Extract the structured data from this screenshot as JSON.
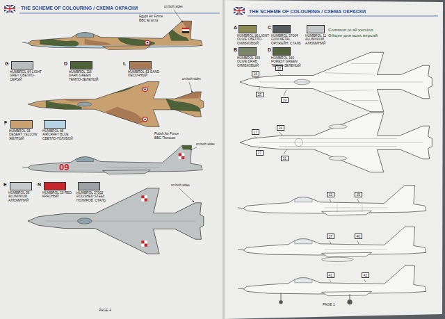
{
  "diagram": {
    "nodes": [
      {
        "text": [
          "THE SCHEME OF COLOURING / СХЕМА ОКРАСКИ",
          "PAGE 4"
        ]
      },
      {
        "text": [
          "THE SCHEME OF COLOURING / СХЕМА ОКРАСКИ",
          "PAGE 1"
        ]
      }
    ],
    "labels": [
      "Egypt Air Force",
      "ВВС Египта",
      "on both sides",
      "on both sides",
      "Polish Air Force",
      "ВВС Польши",
      "on both sides",
      "on both sides",
      "09",
      "G",
      "D",
      "L",
      "F",
      "E",
      "N",
      "A",
      "C",
      "B",
      "D",
      "Common to all version",
      "Общее для всех версий",
      "16",
      "18",
      "25",
      "19",
      "17",
      "24",
      "27",
      "31",
      "33",
      "35",
      "37",
      "40",
      "41",
      "42"
    ],
    "legend": [
      {
        "text": "HUMBROL 64 LIGHT GREY СВЕТЛО-СЕРЫЙ",
        "color": "#b9bdbd"
      },
      {
        "text": "HUMBROL 116 DARK GREEN ТЕМНО-ЗЕЛЕНЫЙ",
        "color": "#4f6138"
      },
      {
        "text": "HUMBROL 63 SAND ПЕСОЧНЫЙ",
        "color": "#a77a55"
      },
      {
        "text": "HUMBROL 93 DESERT YELLOW ЖЁЛТЫЙ",
        "color": "#c9a070"
      },
      {
        "text": "HUMBROL 65 AIRCRAFT BLUE СВЕТЛО-ГОЛУБОЙ",
        "color": "#b6d3e4"
      },
      {
        "text": "HUMBROL 56 ALUMINIUM АЛЮМИНИЙ",
        "color": "#c7c9cb"
      },
      {
        "text": "HUMBROL 19 RED КРАСНЫЙ",
        "color": "#c8262b"
      },
      {
        "text": "HUMBROL 27002 POLISHED STEEL ПОЛИРОВ. СТАЛЬ",
        "color": "#9ea1a6"
      },
      {
        "text": "HUMBROL 86 LIGHT OLIVE СВЕТЛО-ОЛИВКОВЫЙ",
        "color": "#8b8a55"
      },
      {
        "text": "HUMBROL 27004 GUN METAL ОРУЖЕЙН. СТАЛЬ",
        "color": "#565b60"
      },
      {
        "text": "HUMBROL 11 ALUMINIUM АЛЮМИНИЙ",
        "color": "#c5c7c9"
      },
      {
        "text": "HUMBROL 155 OLIVE DRAB ОЛИВКОВЫЙ",
        "color": "#7a8466"
      },
      {
        "text": "HUMBROL 150 FOREST GREEN ТЕМНО-ЗЕЛЕНЫЙ",
        "color": "#55643f"
      }
    ]
  }
}
